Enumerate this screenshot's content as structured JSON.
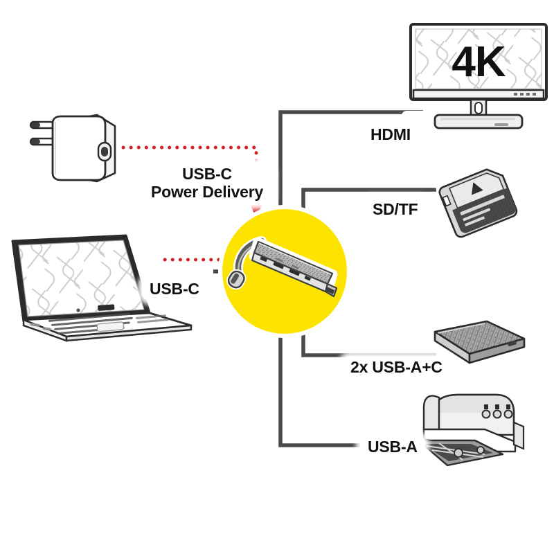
{
  "diagram": {
    "title": "USB-C Hub Connectivity Diagram",
    "hub_label": "usb-c-hub-dongle",
    "accent_color": "#FCE400",
    "line_color": "#4A4A4A",
    "power_color": "#D62027"
  },
  "connections": {
    "hdmi": {
      "label": "HDMI",
      "device": "4k-monitor"
    },
    "sdtf": {
      "label": "SD/TF",
      "device": "sd-card"
    },
    "usb_a_c": {
      "label": "2x USB-A+C",
      "device": "external-hard-drive"
    },
    "usb_a": {
      "label": "USB-A",
      "device": "printer"
    },
    "usb_c": {
      "label": "USB-C",
      "device": "laptop"
    },
    "power_delivery": {
      "label": "USB-C\nPower Delivery",
      "device": "power-adapter"
    }
  },
  "devices": {
    "monitor": {
      "screen_text": "4K"
    },
    "laptop": {
      "name": "laptop"
    },
    "adapter": {
      "name": "power-adapter"
    },
    "sd_card": {
      "name": "sd-memory-card"
    },
    "hdd": {
      "name": "portable-hard-drive"
    },
    "printer": {
      "name": "inkjet-printer"
    }
  }
}
